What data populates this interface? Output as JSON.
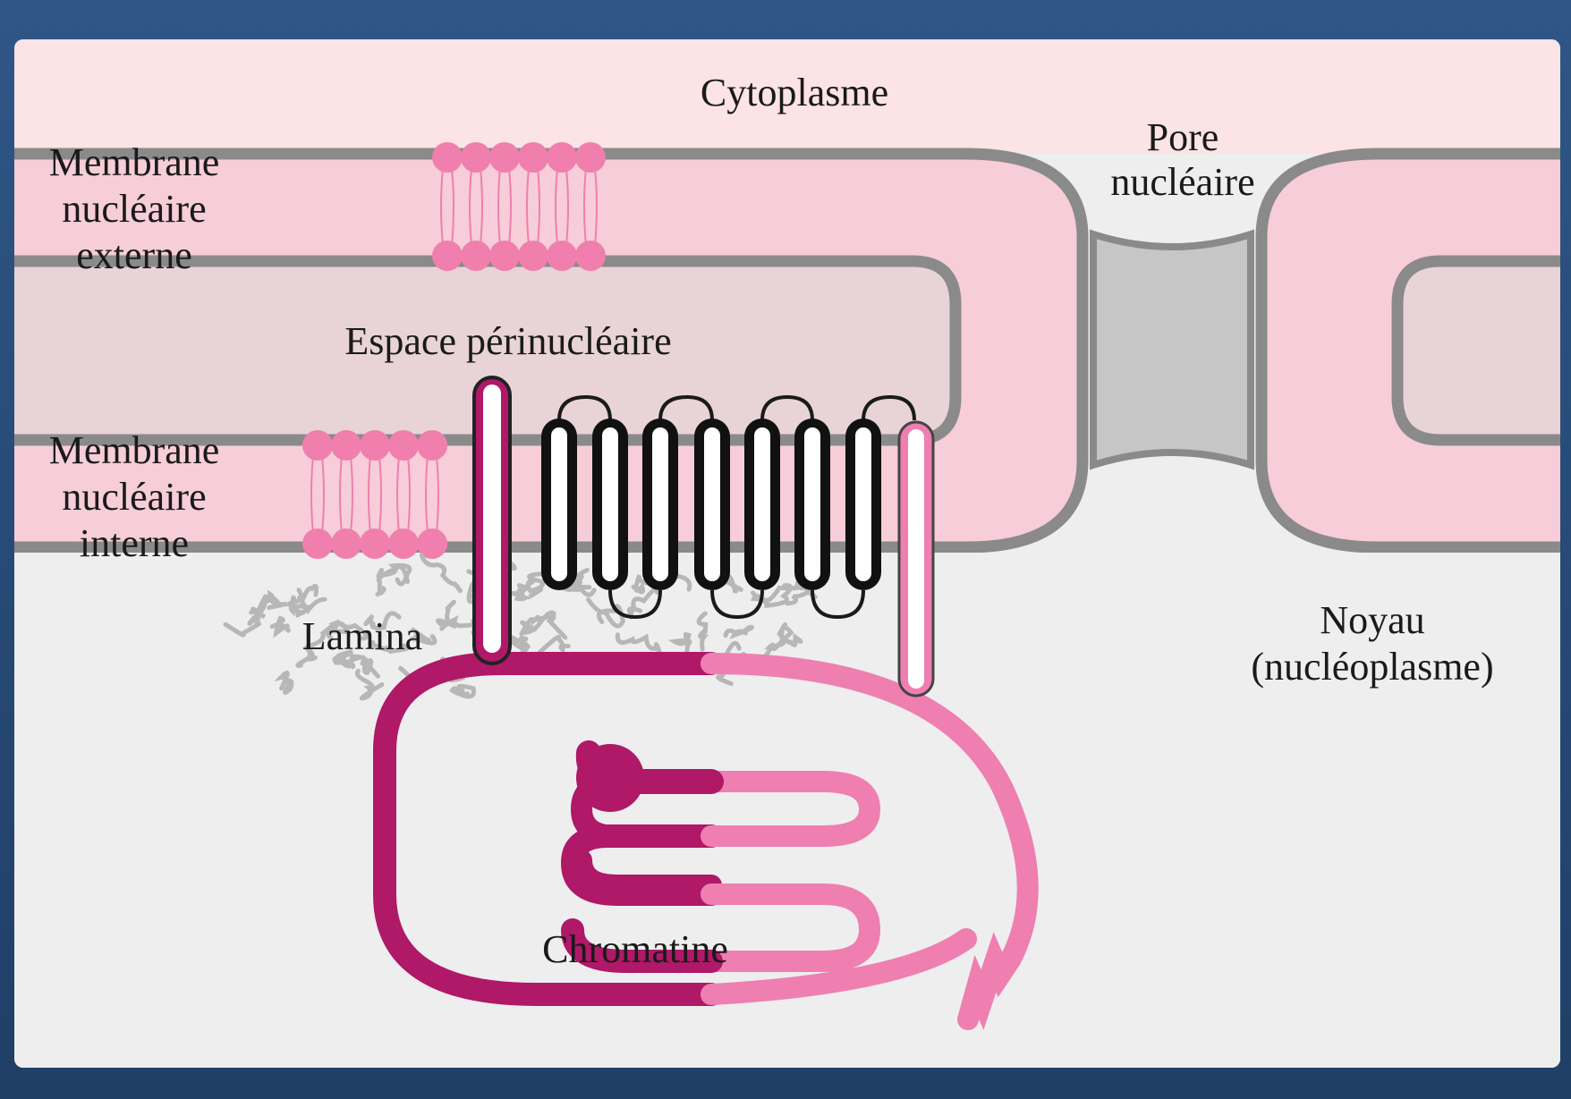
{
  "labels": {
    "cytoplasm": "Cytoplasme",
    "nuclear_pore_line1": "Pore",
    "nuclear_pore_line2": "nucléaire",
    "outer_membrane_line1": "Membrane",
    "outer_membrane_line2": "nucléaire",
    "outer_membrane_line3": "externe",
    "perinuclear_space": "Espace périnucléaire",
    "inner_membrane_line1": "Membrane",
    "inner_membrane_line2": "nucléaire",
    "inner_membrane_line3": "interne",
    "lamina": "Lamina",
    "nucleus_line1": "Noyau",
    "nucleus_line2": "(nucléoplasme)",
    "chromatin": "Chromatine"
  },
  "colors": {
    "frame": "#24476f",
    "cytoplasm": "#fbe3e6",
    "membrane_fill": "#f6cdd8",
    "perinuclear_space": "#e8d3d6",
    "membrane_outline": "#8a8a8a",
    "pore": "#c6c6c6",
    "nucleoplasm": "#eeeeee",
    "lipid_heads": "#f07fae",
    "chromatin_dark": "#b01868",
    "chromatin_light": "#ef7fb0",
    "lamina": "#b7b7b7"
  }
}
